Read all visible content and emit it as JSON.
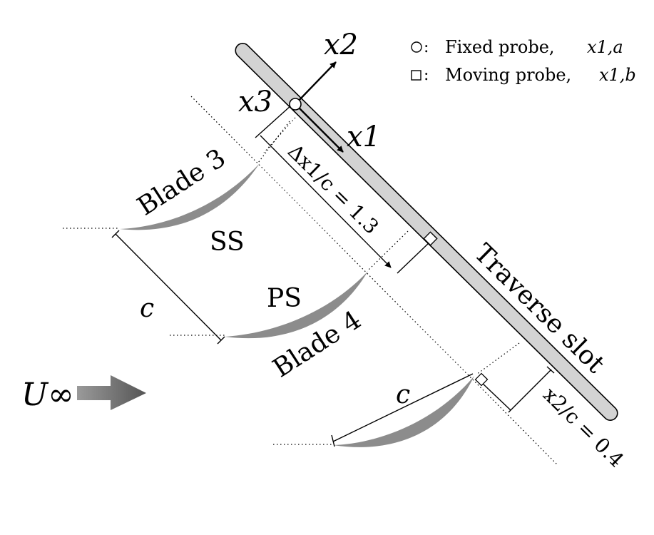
{
  "legend": {
    "fixed_probe": "Fixed probe,",
    "fixed_probe_symbol": "x1,a",
    "moving_probe": "Moving probe,",
    "moving_probe_symbol": "x1,b"
  },
  "axes": {
    "x1": "x1",
    "x2": "x2",
    "x3": "x3"
  },
  "labels": {
    "blade_3": "Blade 3",
    "blade_4": "Blade 4",
    "suction_side": "SS",
    "pressure_side": "PS",
    "chord_left": "c",
    "chord_bottom": "c",
    "traverse_slot": "Traverse slot",
    "delta_x1": "Δx1/c = 1.3",
    "x2_over_c": "x2/c = 0.4",
    "freestream": "U∞"
  },
  "colors": {
    "blade_fill": "#8c8c8c",
    "slot_fill": "#d3d3d3",
    "arrow_gradient_start": "#9a9a9a",
    "arrow_gradient_end": "#555555"
  }
}
